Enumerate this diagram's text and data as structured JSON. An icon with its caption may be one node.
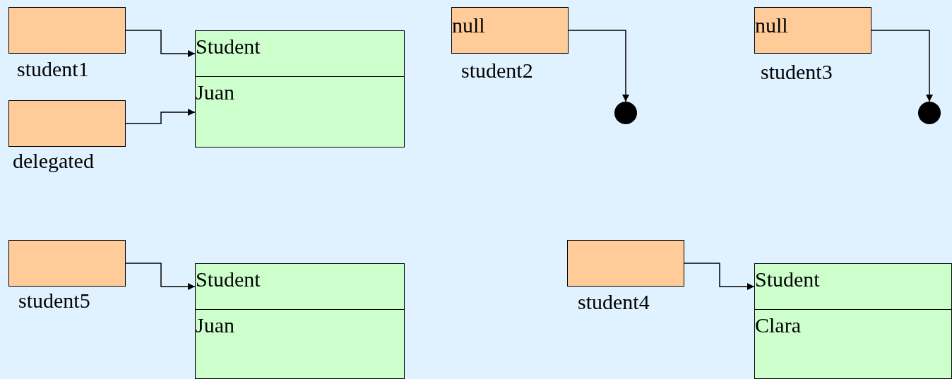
{
  "diagram": {
    "nodes": [
      {
        "text": [],
        "shape": "box",
        "beside": [
          "student1"
        ]
      },
      {
        "text": [
          "Student",
          "Juan"
        ]
      },
      {
        "text": [],
        "shape": "box",
        "beside": [
          "delegated"
        ]
      },
      {
        "text": [
          "null"
        ],
        "beside": [
          "student2"
        ]
      },
      {
        "text": [],
        "shape": "circle"
      },
      {
        "text": [
          "null"
        ],
        "beside": [
          "student3"
        ]
      },
      {
        "text": [],
        "shape": "circle"
      },
      {
        "text": [],
        "shape": "box",
        "beside": [
          "student5"
        ]
      },
      {
        "text": [
          "Student",
          "Juan"
        ]
      },
      {
        "text": [],
        "shape": "box",
        "beside": [
          "student4"
        ]
      },
      {
        "text": [
          "Student",
          "Clara"
        ]
      }
    ],
    "edges": [
      {
        "from": 0,
        "to": 1,
        "arrow": "to"
      },
      {
        "from": 2,
        "to": 1,
        "arrow": "to"
      },
      {
        "from": 3,
        "to": 4,
        "arrow": "to"
      },
      {
        "from": 5,
        "to": 6,
        "arrow": "to"
      },
      {
        "from": 7,
        "to": 8,
        "arrow": "to"
      },
      {
        "from": 9,
        "to": 10,
        "arrow": "to"
      }
    ]
  }
}
